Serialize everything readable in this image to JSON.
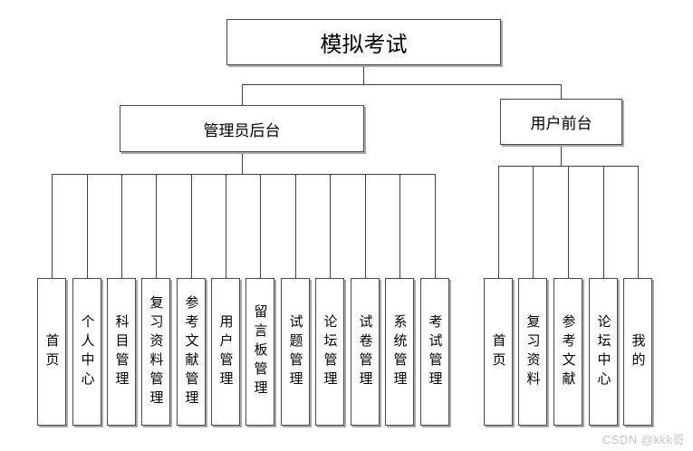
{
  "diagram": {
    "title": "模拟考试",
    "branches": [
      {
        "label": "管理员后台",
        "children": [
          "首页",
          "个人中心",
          "科目管理",
          "复习资料管理",
          "参考文献管理",
          "用户管理",
          "留言板管理",
          "试题管理",
          "论坛管理",
          "试卷管理",
          "系统管理",
          "考试管理"
        ]
      },
      {
        "label": "用户前台",
        "children": [
          "首页",
          "复习资料",
          "参考文献",
          "论坛中心",
          "我的"
        ]
      }
    ]
  },
  "watermark": {
    "text": "CSDN @kkk哥"
  }
}
